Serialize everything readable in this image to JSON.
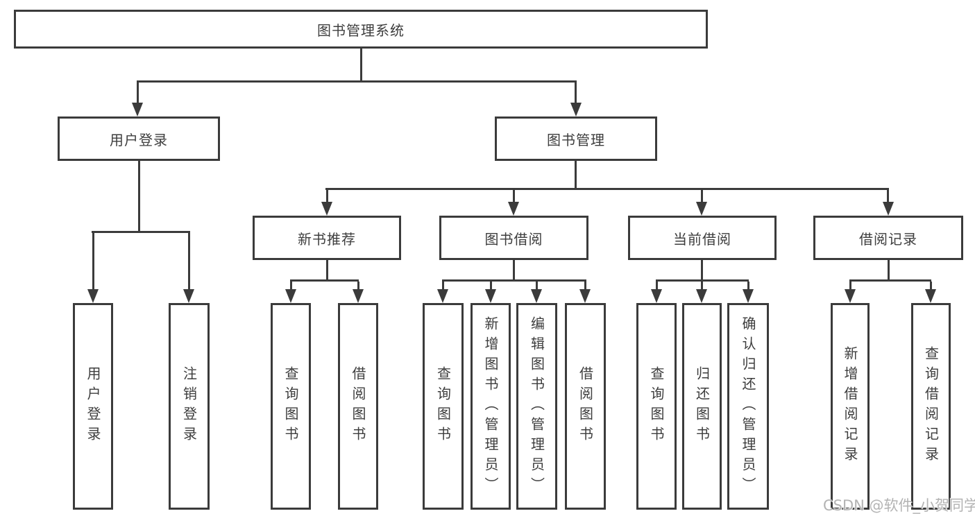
{
  "nodes": {
    "root": "图书管理系统",
    "user_login": "用户登录",
    "book_mgmt": "图书管理",
    "new_books": "新书推荐",
    "book_borrow": "图书借阅",
    "current_borrow": "当前借阅",
    "borrow_records": "借阅记录",
    "leaf_user_login": "用户登录",
    "leaf_logout": "注销登录",
    "leaf_nb_query": "查询图书",
    "leaf_nb_borrow": "借阅图书",
    "leaf_bb_query": "查询图书",
    "leaf_bb_add": "新增图书（管理员）",
    "leaf_bb_edit": "编辑图书（管理员）",
    "leaf_bb_borrow": "借阅图书",
    "leaf_cb_query": "查询图书",
    "leaf_cb_return": "归还图书",
    "leaf_cb_confirm": "确认归还（管理员）",
    "leaf_br_add": "新增借阅记录",
    "leaf_br_query": "查询借阅记录"
  },
  "watermark": "CSDN @软件_小贺同学",
  "colors": {
    "line": "#3b3b3b",
    "text": "#3d3d3d",
    "watermark": "#b3b3b3",
    "background": "#ffffff"
  }
}
